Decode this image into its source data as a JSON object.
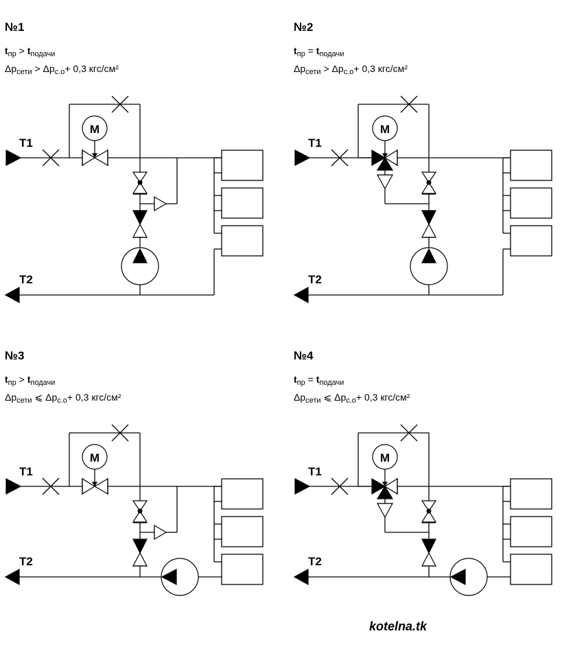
{
  "schemes": [
    {
      "id": "1",
      "title": "№1",
      "temp_condition": {
        "lhs": "t",
        "lhs_sub": "пр",
        "op": ">",
        "rhs": "t",
        "rhs_sub": "подачи"
      },
      "pressure_condition": {
        "lhs": "Δp",
        "lhs_sub": "сети",
        "op": ">",
        "rhs": "Δp",
        "rhs_sub": "с.о",
        "tail": "+ 0,3 кгс/см²"
      },
      "valve_type": "two-way",
      "pump_position": "vertical-supply-mixing",
      "supply_label": "T1",
      "return_label": "T2",
      "motor_label": "M"
    },
    {
      "id": "2",
      "title": "№2",
      "temp_condition": {
        "lhs": "t",
        "lhs_sub": "пр",
        "op": "=",
        "rhs": "t",
        "rhs_sub": "подачи"
      },
      "pressure_condition": {
        "lhs": "Δp",
        "lhs_sub": "сети",
        "op": ">",
        "rhs": "Δp",
        "rhs_sub": "с.о",
        "tail": "+ 0,3 кгс/см²"
      },
      "valve_type": "three-way",
      "pump_position": "vertical-supply-mixing",
      "supply_label": "T1",
      "return_label": "T2",
      "motor_label": "M"
    },
    {
      "id": "3",
      "title": "№3",
      "temp_condition": {
        "lhs": "t",
        "lhs_sub": "пр",
        "op": ">",
        "rhs": "t",
        "rhs_sub": "подачи"
      },
      "pressure_condition": {
        "lhs": "Δp",
        "lhs_sub": "сети",
        "op": "⩽",
        "rhs": "Δp",
        "rhs_sub": "с.о",
        "tail": "+ 0,3 кгс/см²"
      },
      "valve_type": "two-way",
      "pump_position": "horizontal-return",
      "supply_label": "T1",
      "return_label": "T2",
      "motor_label": "M"
    },
    {
      "id": "4",
      "title": "№4",
      "temp_condition": {
        "lhs": "t",
        "lhs_sub": "пр",
        "op": "=",
        "rhs": "t",
        "rhs_sub": "подачи"
      },
      "pressure_condition": {
        "lhs": "Δp",
        "lhs_sub": "сети",
        "op": "⩽",
        "rhs": "Δp",
        "rhs_sub": "с.о",
        "tail": "+ 0,3 кгс/см²"
      },
      "valve_type": "three-way",
      "pump_position": "horizontal-return",
      "supply_label": "T1",
      "return_label": "T2",
      "motor_label": "M"
    }
  ],
  "footer": {
    "site": "kotelna.tk"
  }
}
